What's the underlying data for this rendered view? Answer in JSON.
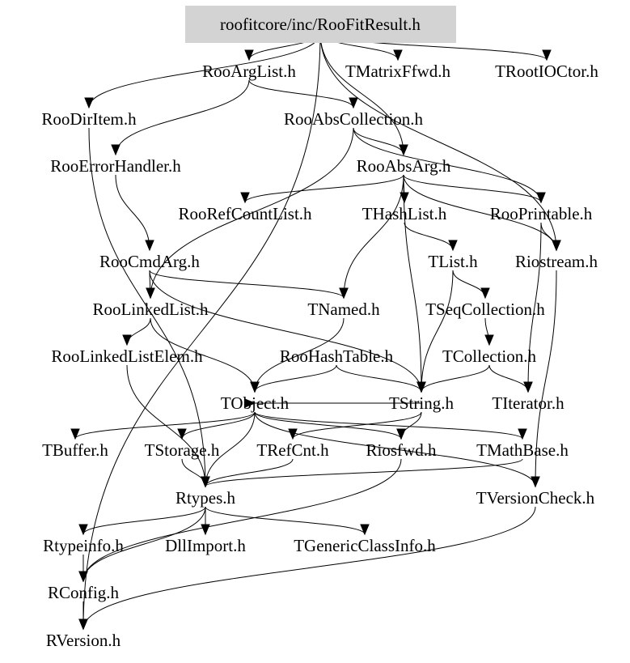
{
  "graph": {
    "title": "roofitcore/inc/RooFitResult.h include dependency graph",
    "root": "roofitcore/inc/RooFitResult.h",
    "colors": {
      "root_fill": "#d3d3d3",
      "edge": "#000000",
      "background": "#ffffff"
    },
    "nodes": [
      {
        "id": "root",
        "label": "roofitcore/inc/RooFitResult.h"
      },
      {
        "id": "RooArgList",
        "label": "RooArgList.h"
      },
      {
        "id": "TMatrixFfwd",
        "label": "TMatrixFfwd.h"
      },
      {
        "id": "TRootIOCtor",
        "label": "TRootIOCtor.h"
      },
      {
        "id": "RooDirItem",
        "label": "RooDirItem.h"
      },
      {
        "id": "RooAbsCollection",
        "label": "RooAbsCollection.h"
      },
      {
        "id": "RooErrorHandler",
        "label": "RooErrorHandler.h"
      },
      {
        "id": "RooAbsArg",
        "label": "RooAbsArg.h"
      },
      {
        "id": "RooRefCountList",
        "label": "RooRefCountList.h"
      },
      {
        "id": "THashList",
        "label": "THashList.h"
      },
      {
        "id": "RooPrintable",
        "label": "RooPrintable.h"
      },
      {
        "id": "RooCmdArg",
        "label": "RooCmdArg.h"
      },
      {
        "id": "TList",
        "label": "TList.h"
      },
      {
        "id": "Riostream",
        "label": "Riostream.h"
      },
      {
        "id": "RooLinkedList",
        "label": "RooLinkedList.h"
      },
      {
        "id": "TNamed",
        "label": "TNamed.h"
      },
      {
        "id": "TSeqCollection",
        "label": "TSeqCollection.h"
      },
      {
        "id": "RooLinkedListElem",
        "label": "RooLinkedListElem.h"
      },
      {
        "id": "RooHashTable",
        "label": "RooHashTable.h"
      },
      {
        "id": "TCollection",
        "label": "TCollection.h"
      },
      {
        "id": "TObject",
        "label": "TObject.h"
      },
      {
        "id": "TString",
        "label": "TString.h"
      },
      {
        "id": "TIterator",
        "label": "TIterator.h"
      },
      {
        "id": "TBuffer",
        "label": "TBuffer.h"
      },
      {
        "id": "TStorage",
        "label": "TStorage.h"
      },
      {
        "id": "TRefCnt",
        "label": "TRefCnt.h"
      },
      {
        "id": "Riosfwd",
        "label": "Riosfwd.h"
      },
      {
        "id": "TMathBase",
        "label": "TMathBase.h"
      },
      {
        "id": "Rtypes",
        "label": "Rtypes.h"
      },
      {
        "id": "TVersionCheck",
        "label": "TVersionCheck.h"
      },
      {
        "id": "Rtypeinfo",
        "label": "Rtypeinfo.h"
      },
      {
        "id": "DllImport",
        "label": "DllImport.h"
      },
      {
        "id": "TGenericClassInfo",
        "label": "TGenericClassInfo.h"
      },
      {
        "id": "RConfig",
        "label": "RConfig.h"
      },
      {
        "id": "RVersion",
        "label": "RVersion.h"
      }
    ],
    "edges": [
      {
        "from": "root",
        "to": "RooArgList"
      },
      {
        "from": "root",
        "to": "TMatrixFfwd"
      },
      {
        "from": "root",
        "to": "TRootIOCtor"
      },
      {
        "from": "root",
        "to": "RooDirItem"
      },
      {
        "from": "root",
        "to": "RooAbsArg"
      },
      {
        "from": "root",
        "to": "Riostream"
      },
      {
        "from": "root",
        "to": "RVersion"
      },
      {
        "from": "RooArgList",
        "to": "RooAbsCollection"
      },
      {
        "from": "RooArgList",
        "to": "RooErrorHandler"
      },
      {
        "from": "RooAbsCollection",
        "to": "RooAbsArg"
      },
      {
        "from": "RooAbsCollection",
        "to": "RooPrintable"
      },
      {
        "from": "RooAbsCollection",
        "to": "RooLinkedList"
      },
      {
        "from": "RooDirItem",
        "to": "Rtypes"
      },
      {
        "from": "RooErrorHandler",
        "to": "RooCmdArg"
      },
      {
        "from": "RooAbsArg",
        "to": "RooRefCountList"
      },
      {
        "from": "RooAbsArg",
        "to": "THashList"
      },
      {
        "from": "RooAbsArg",
        "to": "RooPrintable"
      },
      {
        "from": "RooAbsArg",
        "to": "Riostream"
      },
      {
        "from": "RooAbsArg",
        "to": "TNamed"
      },
      {
        "from": "RooAbsArg",
        "to": "TString"
      },
      {
        "from": "THashList",
        "to": "TList"
      },
      {
        "from": "RooPrintable",
        "to": "Riostream"
      },
      {
        "from": "RooPrintable",
        "to": "TIterator"
      },
      {
        "from": "RooCmdArg",
        "to": "RooLinkedList"
      },
      {
        "from": "RooCmdArg",
        "to": "TNamed"
      },
      {
        "from": "RooCmdArg",
        "to": "TString"
      },
      {
        "from": "TList",
        "to": "TSeqCollection"
      },
      {
        "from": "TList",
        "to": "TString"
      },
      {
        "from": "Riostream",
        "to": "TVersionCheck"
      },
      {
        "from": "RooLinkedList",
        "to": "RooLinkedListElem"
      },
      {
        "from": "RooLinkedList",
        "to": "TObject"
      },
      {
        "from": "RooLinkedListElem",
        "to": "Rtypes"
      },
      {
        "from": "TNamed",
        "to": "TObject"
      },
      {
        "from": "TSeqCollection",
        "to": "TCollection"
      },
      {
        "from": "RooHashTable",
        "to": "TObject"
      },
      {
        "from": "RooHashTable",
        "to": "TString"
      },
      {
        "from": "TCollection",
        "to": "TString"
      },
      {
        "from": "TCollection",
        "to": "TIterator"
      },
      {
        "from": "TString",
        "to": "TObject"
      },
      {
        "from": "TObject",
        "to": "TBuffer"
      },
      {
        "from": "TObject",
        "to": "TStorage"
      },
      {
        "from": "TObject",
        "to": "Riosfwd"
      },
      {
        "from": "TObject",
        "to": "TMathBase"
      },
      {
        "from": "TObject",
        "to": "Rtypes"
      },
      {
        "from": "TObject",
        "to": "TVersionCheck"
      },
      {
        "from": "TString",
        "to": "TRefCnt"
      },
      {
        "from": "TString",
        "to": "Riosfwd"
      },
      {
        "from": "TStorage",
        "to": "Rtypes"
      },
      {
        "from": "TRefCnt",
        "to": "Rtypes"
      },
      {
        "from": "TMathBase",
        "to": "Rtypes"
      },
      {
        "from": "Rtypes",
        "to": "Rtypeinfo"
      },
      {
        "from": "Rtypes",
        "to": "DllImport"
      },
      {
        "from": "Rtypes",
        "to": "TGenericClassInfo"
      },
      {
        "from": "Rtypes",
        "to": "RConfig"
      },
      {
        "from": "Riosfwd",
        "to": "RConfig"
      },
      {
        "from": "Rtypeinfo",
        "to": "RConfig"
      },
      {
        "from": "RConfig",
        "to": "RVersion"
      },
      {
        "from": "TVersionCheck",
        "to": "RVersion"
      }
    ]
  }
}
